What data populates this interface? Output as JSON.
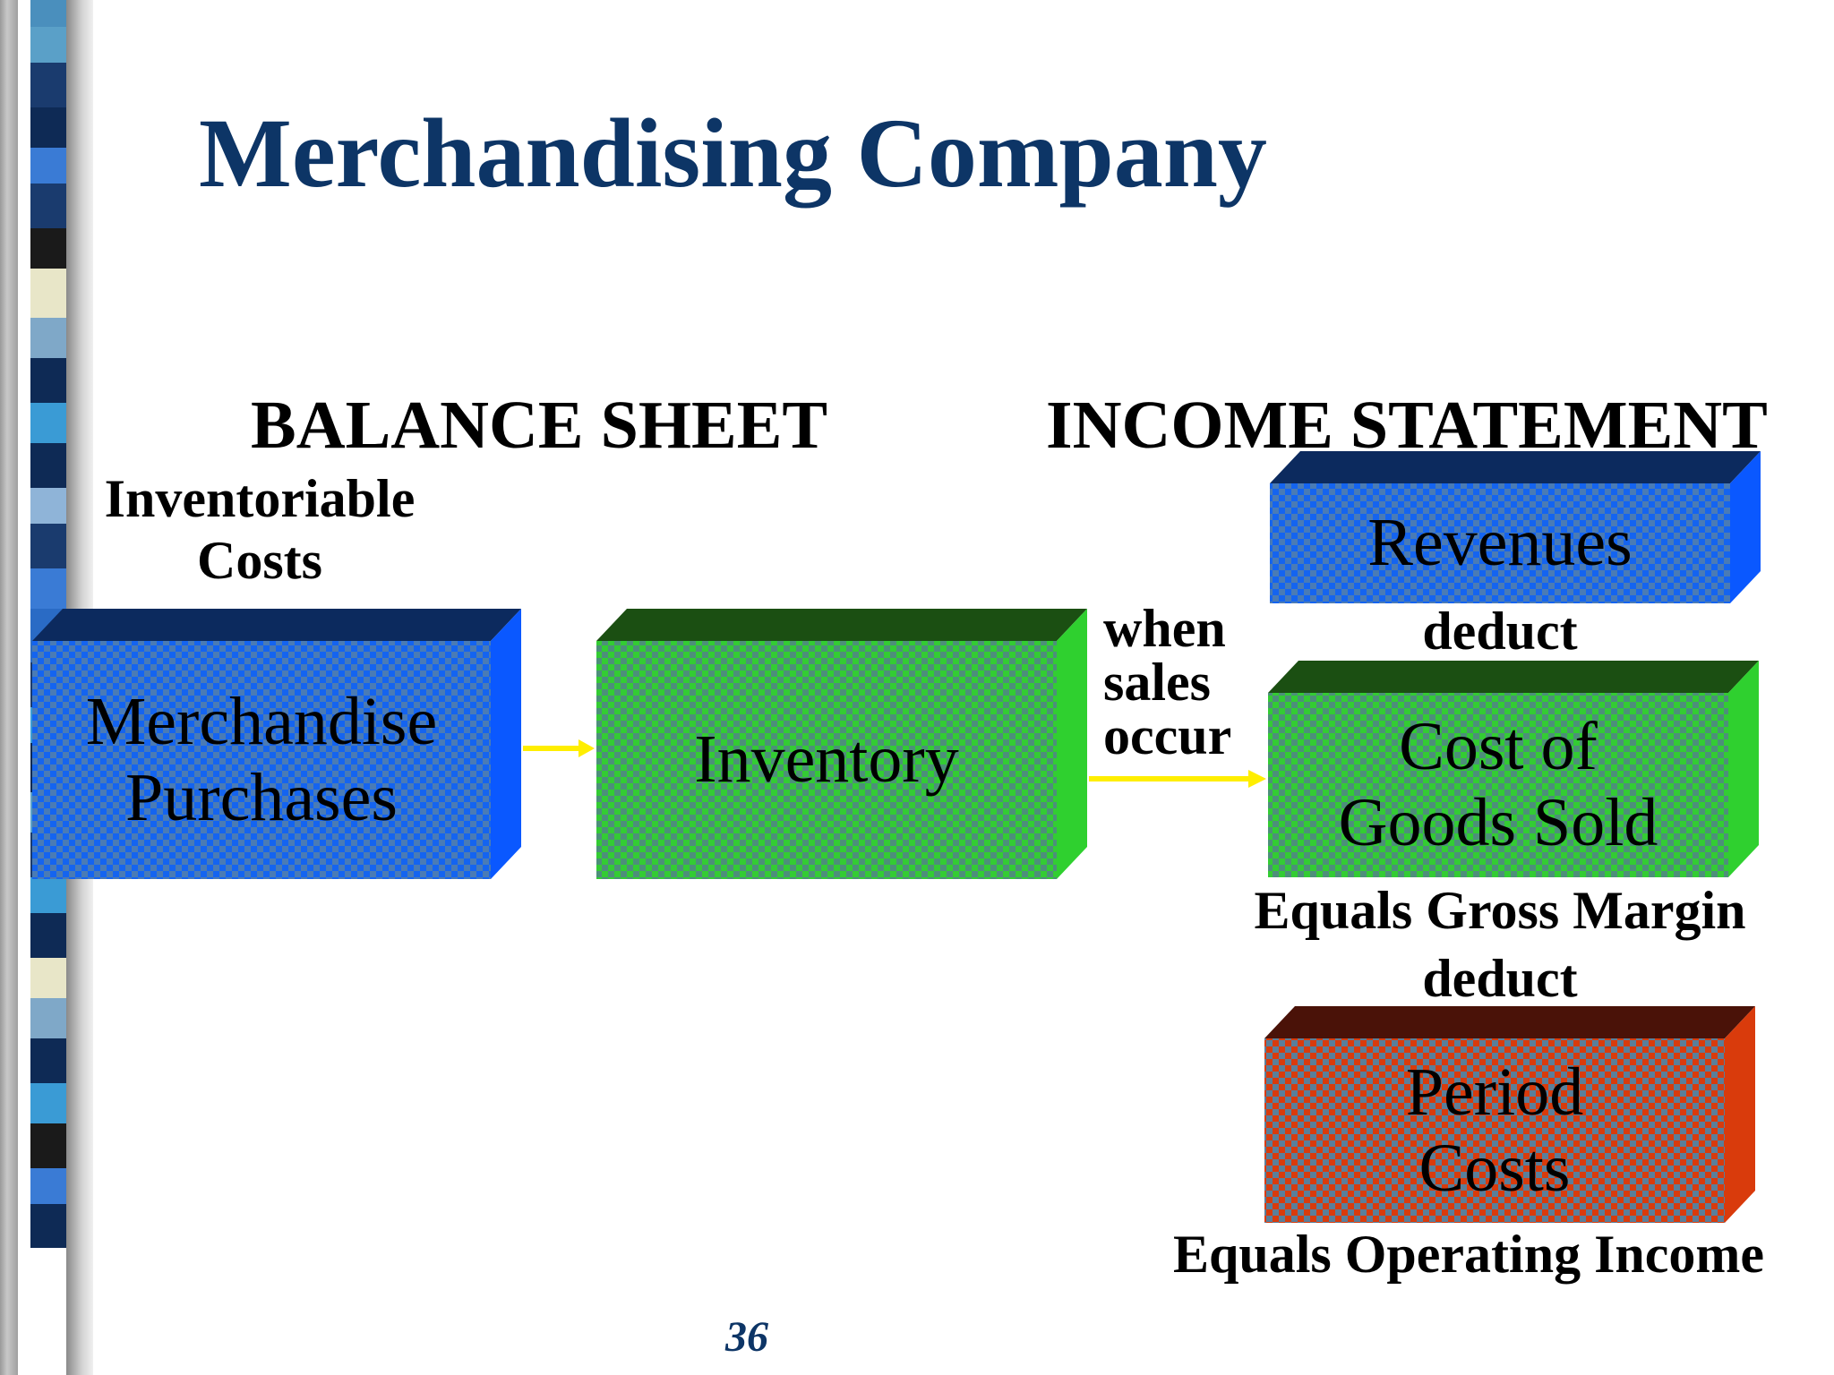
{
  "slide": {
    "title": "Merchandising Company",
    "page_number": "36"
  },
  "headers": {
    "balance_sheet": "BALANCE SHEET",
    "income_statement": "INCOME STATEMENT"
  },
  "labels": {
    "inventoriable_costs": [
      "Inventoriable",
      "Costs"
    ],
    "when_sales_occur": [
      "when",
      "sales",
      "occur"
    ],
    "deduct_1": "deduct",
    "equals_gross_margin": "Equals Gross Margin",
    "deduct_2": "deduct",
    "equals_operating_income": "Equals Operating Income"
  },
  "boxes": {
    "merchandise_purchases": {
      "lines": [
        "Merchandise",
        "Purchases"
      ],
      "color": "#1464f0"
    },
    "inventory": {
      "lines": [
        "Inventory"
      ],
      "color": "#33cc33"
    },
    "revenues": {
      "lines": [
        "Revenues"
      ],
      "color": "#1464f0"
    },
    "cost_of_goods_sold": {
      "lines": [
        "Cost of",
        "Goods Sold"
      ],
      "color": "#33cc33"
    },
    "period_costs": {
      "lines": [
        "Period",
        "Costs"
      ],
      "color": "#d93b0c"
    }
  },
  "colors": {
    "title": "#0d3566",
    "arrow": "#ffee00"
  }
}
